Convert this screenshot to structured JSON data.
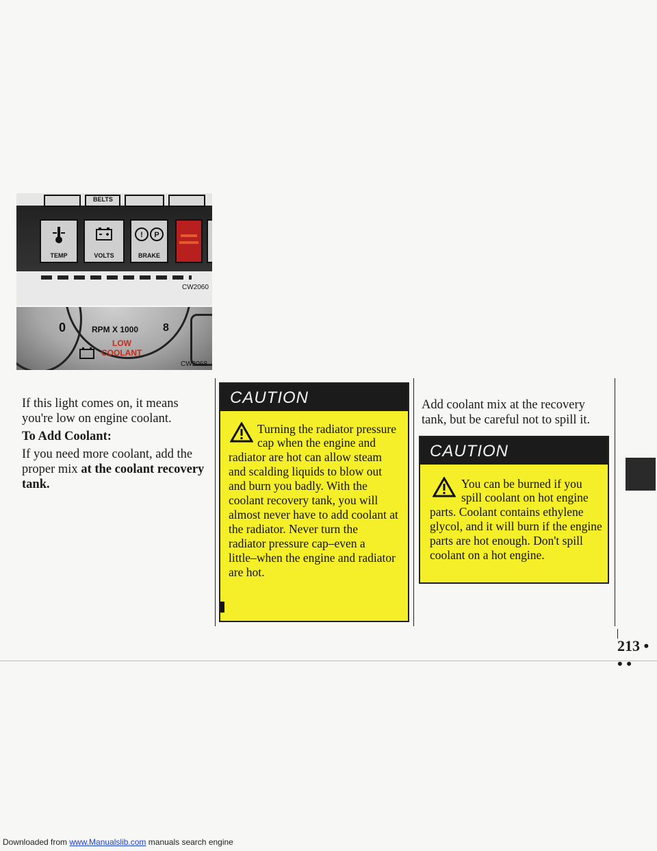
{
  "figures": {
    "top": {
      "code": "CW2060",
      "labels": {
        "belts": "BELTS",
        "temp": "TEMP",
        "volts": "VOLTS",
        "brake": "BRAKE"
      }
    },
    "bottom": {
      "code": "CW2068",
      "rpm": "RPM X 1000",
      "low": "LOW",
      "coolant": "COOLANT",
      "dial_left": "0",
      "dial_right": "8"
    }
  },
  "left_column": {
    "intro": "If this light comes on, it means you're low on engine coolant.",
    "heading": "To Add Coolant:",
    "body_start": "If you need more coolant, add the proper mix ",
    "body_bold": "at the coolant recovery tank."
  },
  "caution_middle": {
    "title": "CAUTION",
    "lines": [
      "Turning the radiator pressure",
      "cap when the engine and",
      "radiator are hot can allow steam",
      "and scalding liquids to blow out",
      "and burn you badly. With the",
      "coolant recovery tank, you will",
      "almost never have to add coolant at",
      "the radiator. Never turn the",
      "radiator pressure cap–even a",
      "little–when the engine and radiator",
      "are hot."
    ]
  },
  "right_column": {
    "intro": "Add coolant mix at the recovery tank, but be careful not to spill it."
  },
  "caution_right": {
    "title": "CAUTION",
    "lines": [
      "You can be burned if you",
      "spill coolant on hot engine",
      "parts. Coolant contains ethylene",
      "glycol, and it will burn if the engine",
      "parts are hot enough. Don't spill",
      "coolant on a hot engine."
    ]
  },
  "page": {
    "number": "213",
    "dots": "• • •"
  },
  "footer": {
    "prefix": "Downloaded from ",
    "link": "www.Manualslib.com",
    "suffix": " manuals search engine"
  },
  "colors": {
    "caution_yellow": "#f5ef2a",
    "caution_bar": "#1b1b1b",
    "tab_marker": "#2a2a2a"
  }
}
